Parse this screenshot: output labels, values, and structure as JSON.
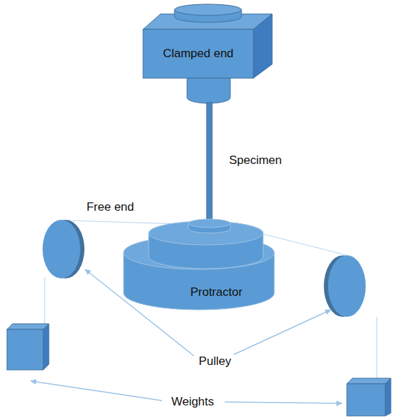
{
  "diagram": {
    "nodes": [
      {
        "text": [
          "Clamped end"
        ]
      },
      {
        "text": [
          "Protractor"
        ]
      }
    ],
    "labels": [
      "Specimen",
      "Free end",
      "Pulley",
      "Weights"
    ]
  }
}
